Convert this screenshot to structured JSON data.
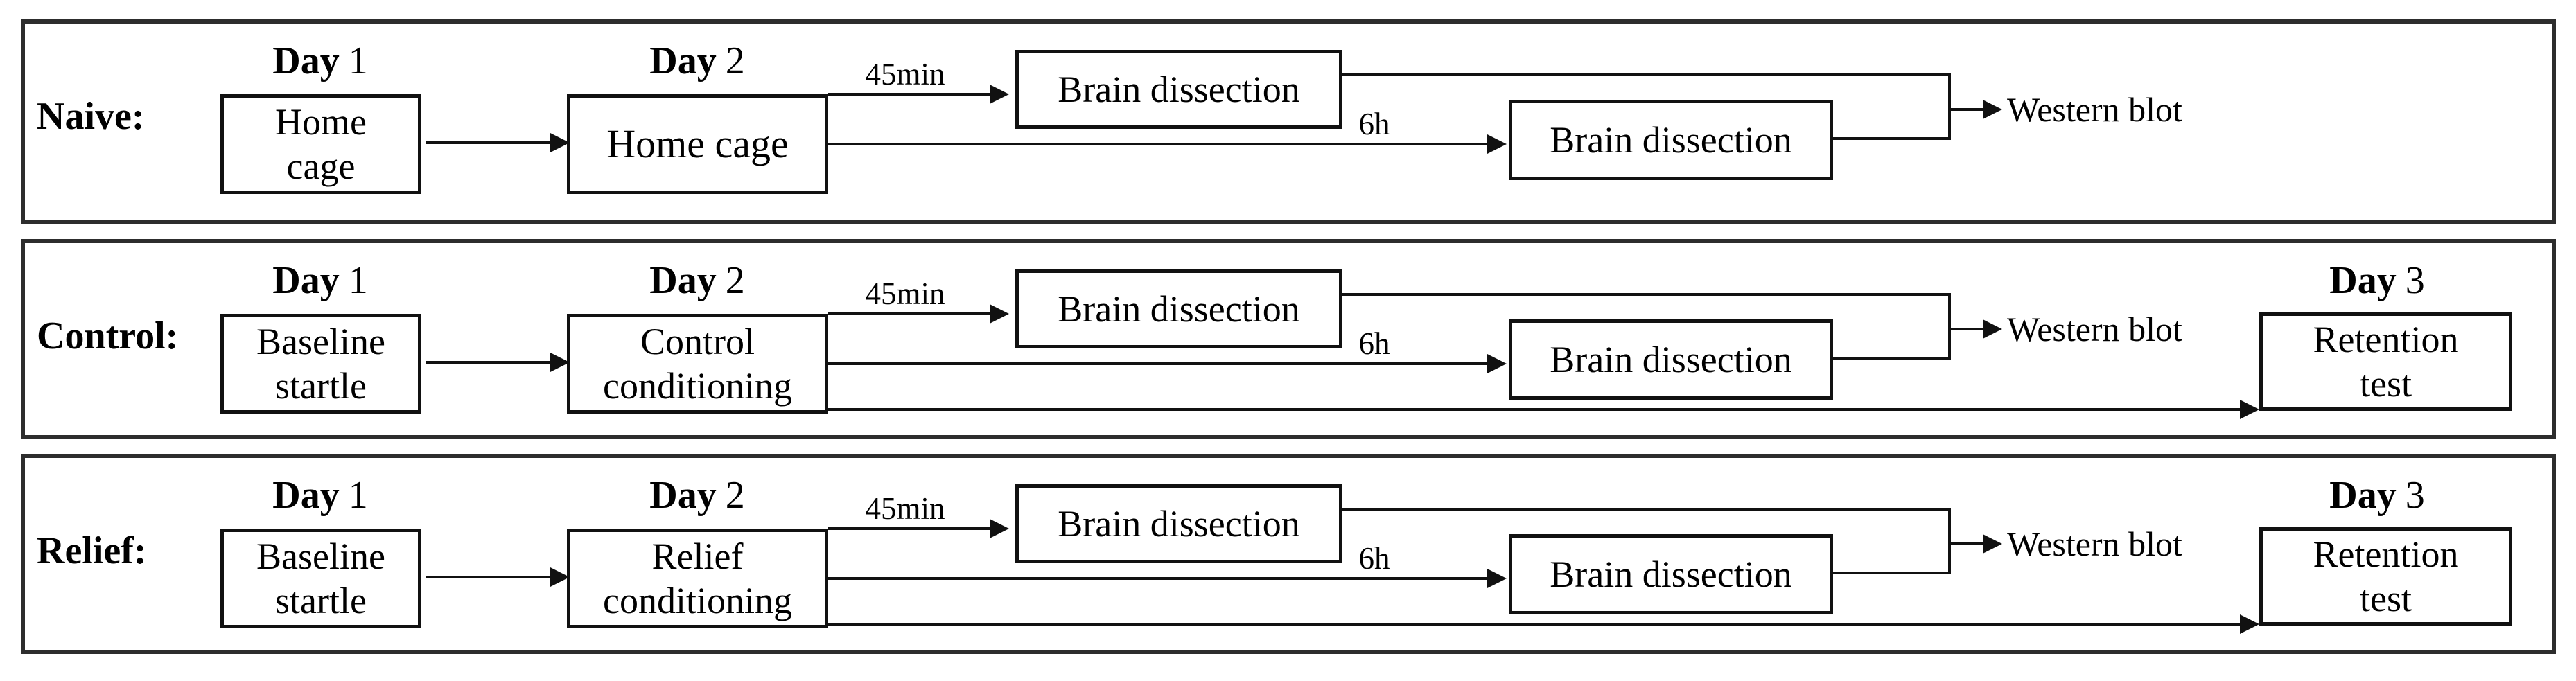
{
  "colors": {
    "background": "#ffffff",
    "line": "#111111",
    "panel_border": "#2d2d2d",
    "text": "#000000"
  },
  "panels": [
    {
      "row_label": "Naive:",
      "day1_heading": {
        "word": "Day",
        "number": "1"
      },
      "day1_box": {
        "line1": "Home",
        "line2": "cage"
      },
      "day2_heading": {
        "word": "Day",
        "number": "2"
      },
      "day2_box": {
        "line1": "Home cage",
        "line2": ""
      },
      "interval_short": "45min",
      "brain_box_1": "Brain dissection",
      "interval_long": "6h",
      "brain_box_2": "Brain dissection",
      "western_blot": "Western blot"
    },
    {
      "row_label": "Control:",
      "day1_heading": {
        "word": "Day",
        "number": "1"
      },
      "day1_box": {
        "line1": "Baseline",
        "line2": "startle"
      },
      "day2_heading": {
        "word": "Day",
        "number": "2"
      },
      "day2_box": {
        "line1": "Control",
        "line2": "conditioning"
      },
      "interval_short": "45min",
      "brain_box_1": "Brain dissection",
      "interval_long": "6h",
      "brain_box_2": "Brain dissection",
      "western_blot": "Western blot",
      "day3_heading": {
        "word": "Day",
        "number": "3"
      },
      "day3_box": {
        "line1": "Retention",
        "line2": "test"
      }
    },
    {
      "row_label": "Relief:",
      "day1_heading": {
        "word": "Day",
        "number": "1"
      },
      "day1_box": {
        "line1": "Baseline",
        "line2": "startle"
      },
      "day2_heading": {
        "word": "Day",
        "number": "2"
      },
      "day2_box": {
        "line1": "Relief",
        "line2": "conditioning"
      },
      "interval_short": "45min",
      "brain_box_1": "Brain dissection",
      "interval_long": "6h",
      "brain_box_2": "Brain dissection",
      "western_blot": "Western blot",
      "day3_heading": {
        "word": "Day",
        "number": "3"
      },
      "day3_box": {
        "line1": "Retention",
        "line2": "test"
      }
    }
  ]
}
